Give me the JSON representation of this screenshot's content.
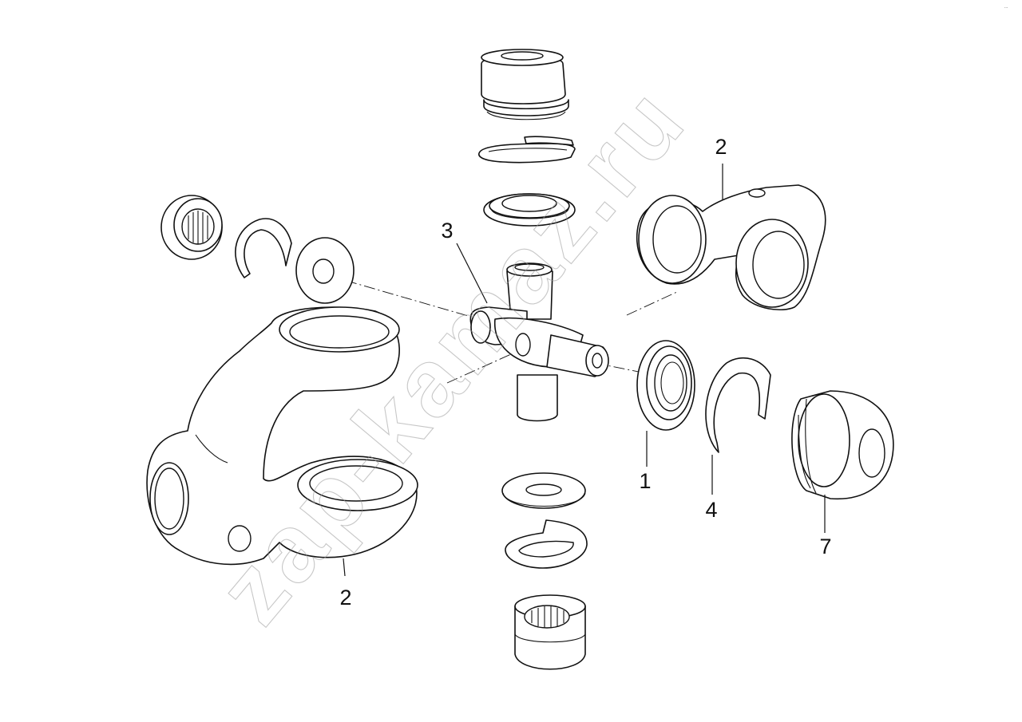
{
  "diagram": {
    "callouts": [
      {
        "id": "callout-1",
        "label": "1"
      },
      {
        "id": "callout-2-left",
        "label": "2"
      },
      {
        "id": "callout-2-right",
        "label": "2"
      },
      {
        "id": "callout-3",
        "label": "3"
      },
      {
        "id": "callout-4",
        "label": "4"
      },
      {
        "id": "callout-7",
        "label": "7"
      }
    ],
    "watermark": "zap-kamaz.ru",
    "corner_code": "..."
  }
}
